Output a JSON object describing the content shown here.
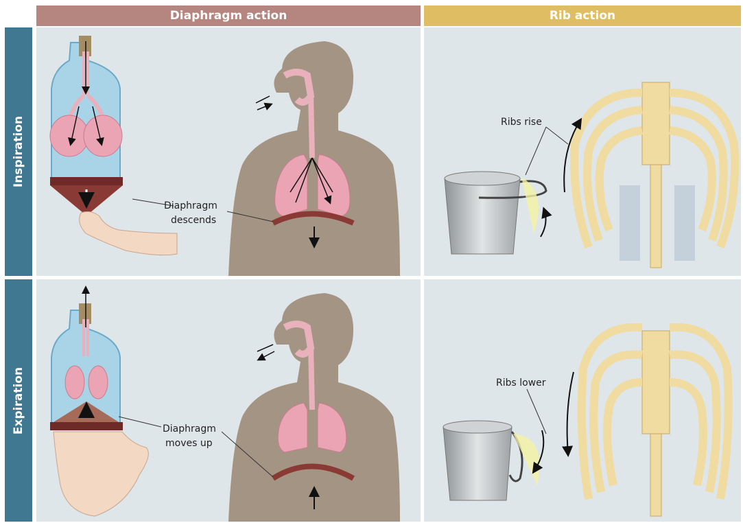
{
  "headers": {
    "diaphragm_action": "Diaphragm action",
    "rib_action": "Rib action"
  },
  "rows": {
    "inspiration": "Inspiration",
    "expiration": "Expiration"
  },
  "labels": {
    "diaphragm": "Diaphragm",
    "descends": "descends",
    "moves_up": "moves up",
    "ribs_rise": "Ribs rise",
    "ribs_lower": "Ribs lower"
  },
  "colors": {
    "diaphragm_header": "#b5857f",
    "rib_header": "#dfbd63",
    "row_sidebar": "#3f7890",
    "panel_bg": "#dfe6ea",
    "lung_pink": "#eaa4b3",
    "diaphragm_red": "#8a3a34",
    "bone": "#f0dba0",
    "silhouette": "#a49484"
  }
}
